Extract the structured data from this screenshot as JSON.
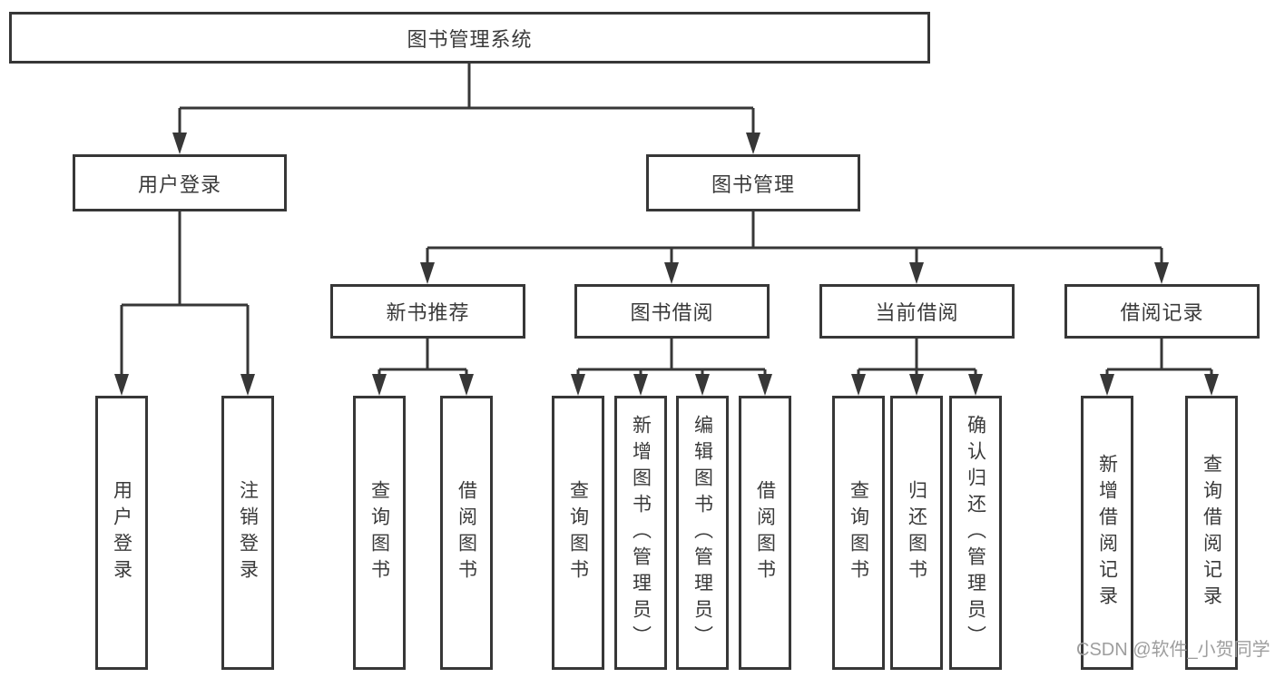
{
  "nodes": {
    "root": {
      "label": "图书管理系统"
    },
    "branches": [
      {
        "label": "用户登录"
      },
      {
        "label": "图书管理"
      }
    ],
    "sections": [
      {
        "label": "新书推荐"
      },
      {
        "label": "图书借阅"
      },
      {
        "label": "当前借阅"
      },
      {
        "label": "借阅记录"
      }
    ],
    "leaves": [
      {
        "label": "用户登录"
      },
      {
        "label": "注销登录"
      },
      {
        "label": "查询图书"
      },
      {
        "label": "借阅图书"
      },
      {
        "label": "查询图书"
      },
      {
        "label": "新增图书（管理员）"
      },
      {
        "label": "编辑图书（管理员）"
      },
      {
        "label": "借阅图书"
      },
      {
        "label": "查询图书"
      },
      {
        "label": "归还图书"
      },
      {
        "label": "确认归还（管理员）"
      },
      {
        "label": "新增借阅记录"
      },
      {
        "label": "查询借阅记录"
      }
    ]
  },
  "watermark": {
    "text": "CSDN @软件_小贺同学"
  },
  "colors": {
    "line": "#373737",
    "text": "#3a3a3a",
    "watermark": "#9e9e9e",
    "background": "#ffffff"
  }
}
